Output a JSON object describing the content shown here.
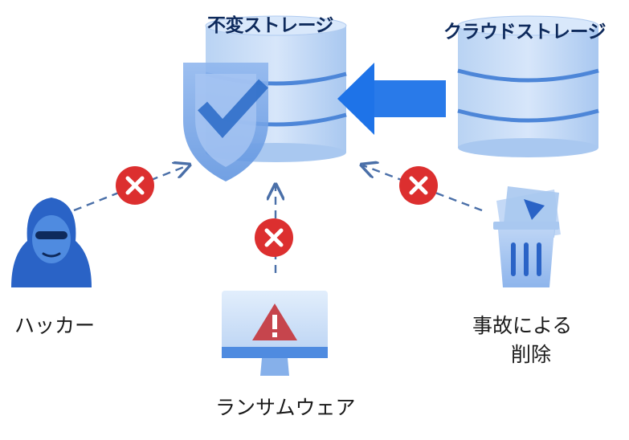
{
  "labels": {
    "immutable_storage": "不変ストレージ",
    "cloud_storage": "クラウドストレージ",
    "hacker": "ハッカー",
    "accidental_deletion_line1": "事故による",
    "accidental_deletion_line2": "削除",
    "ransomware": "ランサムウェア"
  },
  "colors": {
    "cylinder_light": "#c9ddf7",
    "cylinder_mid": "#9fc2ee",
    "cylinder_band": "#4d86d8",
    "arrow_blue": "#1e73e8",
    "block_red": "#dc2f2f",
    "dashed_line": "#4a6fa8",
    "hacker_blue": "#2a63c6",
    "warning_red": "#c6454d",
    "monitor_base": "#4f8be0"
  },
  "icons": [
    "shield-check-icon",
    "hacker-icon",
    "ransomware-monitor-icon",
    "trash-bin-icon",
    "block-x-icon",
    "transfer-arrow-icon"
  ]
}
